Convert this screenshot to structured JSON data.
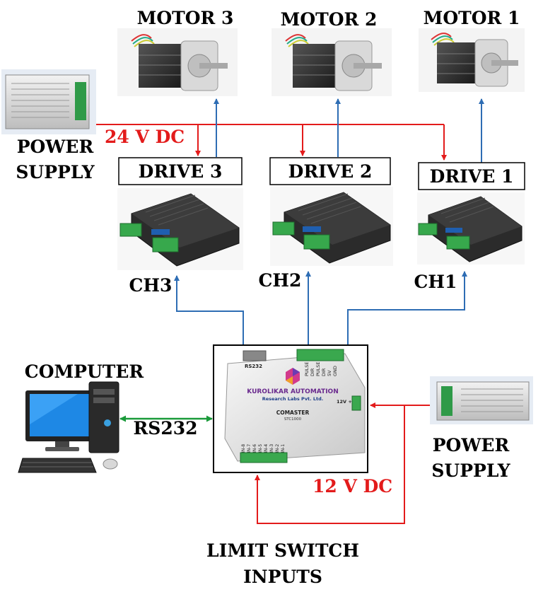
{
  "motors": {
    "motor3": {
      "label": "MOTOR 3"
    },
    "motor2": {
      "label": "MOTOR 2"
    },
    "motor1": {
      "label": "MOTOR 1"
    }
  },
  "drives": {
    "drive3": {
      "label": "DRIVE 3",
      "channel": "CH3"
    },
    "drive2": {
      "label": "DRIVE 2",
      "channel": "CH2"
    },
    "drive1": {
      "label": "DRIVE 1",
      "channel": "CH1"
    }
  },
  "power_supply_24": {
    "line1": "POWER",
    "line2": "SUPPLY",
    "voltage": "24 V DC"
  },
  "power_supply_12": {
    "line1": "POWER",
    "line2": "SUPPLY",
    "voltage": "12 V DC"
  },
  "computer": {
    "label": "COMPUTER",
    "link": "RS232"
  },
  "controller": {
    "company": "KUROLIKAR AUTOMATION",
    "subtitle": "Research Labs Pvt. Ltd.",
    "model": "COMASTER",
    "model_code": "STC1000",
    "port": "RS232",
    "power_pin": "12V +",
    "top_pins": [
      "PULSE",
      "DIR",
      "PULSE",
      "DIR",
      "5V",
      "GND"
    ],
    "input_pins": [
      "IN-8",
      "IN-7",
      "IN-6",
      "IN-5",
      "IN-4",
      "IN-3",
      "IN-2",
      "IN-1"
    ]
  },
  "limit_switch": {
    "line1": "LIMIT SWITCH",
    "line2": "INPUTS"
  },
  "colors": {
    "power": "#e31b1b",
    "signal": "#2e6db4",
    "serial": "#1a9a3a"
  }
}
